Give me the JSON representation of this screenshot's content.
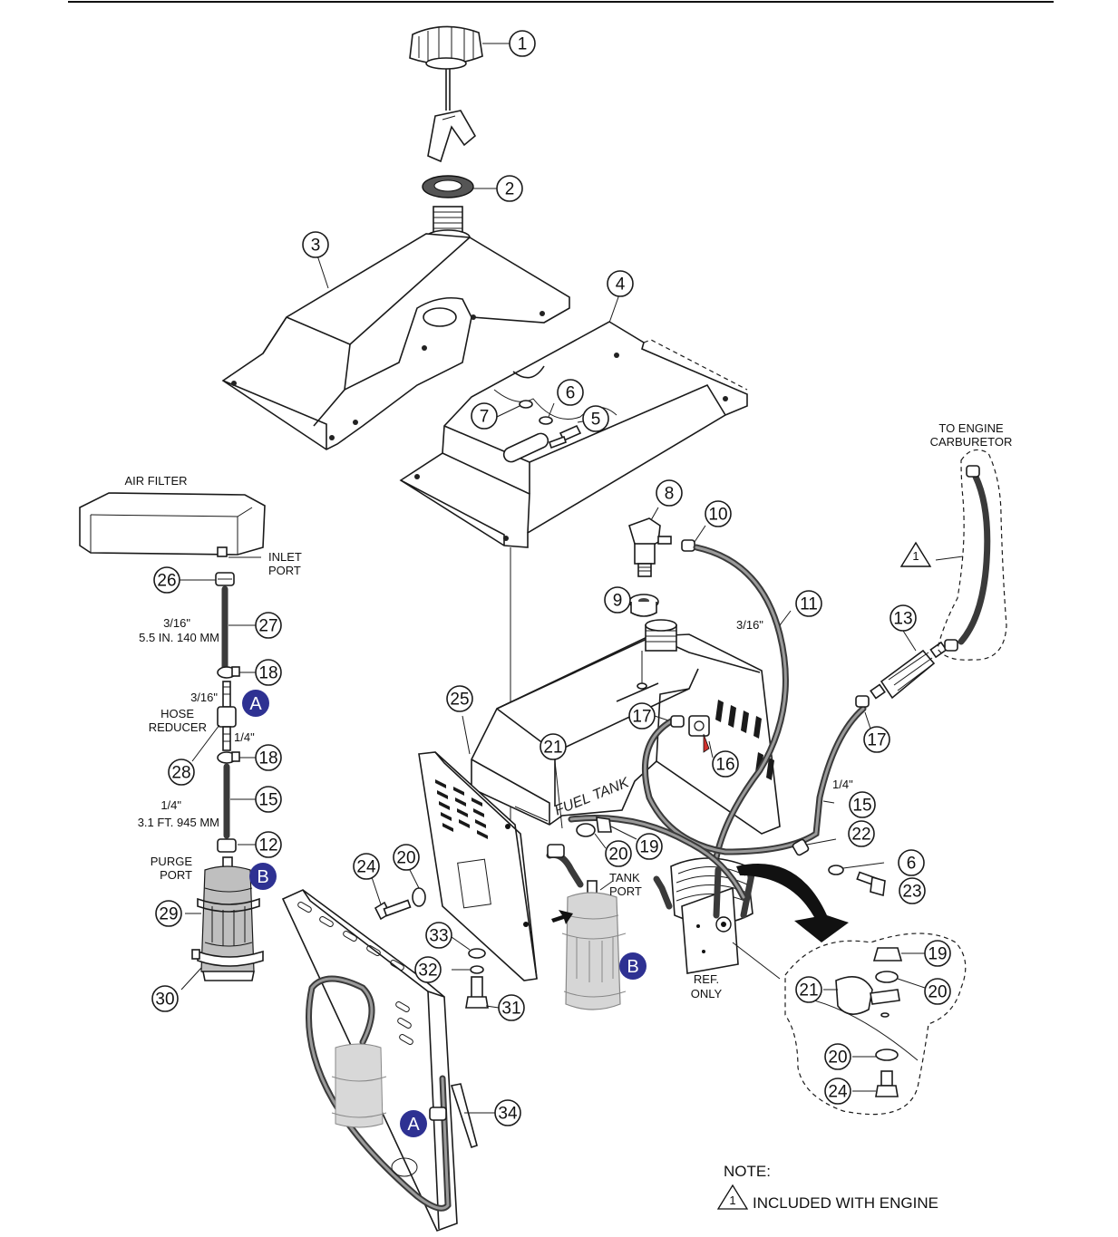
{
  "callouts": [
    {
      "id": "c1",
      "num": "1"
    },
    {
      "id": "c2",
      "num": "2"
    },
    {
      "id": "c3",
      "num": "3"
    },
    {
      "id": "c4",
      "num": "4"
    },
    {
      "id": "c5",
      "num": "5"
    },
    {
      "id": "c6a",
      "num": "6"
    },
    {
      "id": "c7",
      "num": "7"
    },
    {
      "id": "c8",
      "num": "8"
    },
    {
      "id": "c9",
      "num": "9"
    },
    {
      "id": "c10",
      "num": "10"
    },
    {
      "id": "c11",
      "num": "11"
    },
    {
      "id": "c12",
      "num": "12"
    },
    {
      "id": "c13",
      "num": "13"
    },
    {
      "id": "c15a",
      "num": "15"
    },
    {
      "id": "c15b",
      "num": "15"
    },
    {
      "id": "c16",
      "num": "16"
    },
    {
      "id": "c17a",
      "num": "17"
    },
    {
      "id": "c17b",
      "num": "17"
    },
    {
      "id": "c18a",
      "num": "18"
    },
    {
      "id": "c18b",
      "num": "18"
    },
    {
      "id": "c19a",
      "num": "19"
    },
    {
      "id": "c19b",
      "num": "19"
    },
    {
      "id": "c20a",
      "num": "20"
    },
    {
      "id": "c20b",
      "num": "20"
    },
    {
      "id": "c20c",
      "num": "20"
    },
    {
      "id": "c20d",
      "num": "20"
    },
    {
      "id": "c21a",
      "num": "21"
    },
    {
      "id": "c21b",
      "num": "21"
    },
    {
      "id": "c22",
      "num": "22"
    },
    {
      "id": "c23",
      "num": "23"
    },
    {
      "id": "c24a",
      "num": "24"
    },
    {
      "id": "c24b",
      "num": "24"
    },
    {
      "id": "c25",
      "num": "25"
    },
    {
      "id": "c26",
      "num": "26"
    },
    {
      "id": "c27",
      "num": "27"
    },
    {
      "id": "c28",
      "num": "28"
    },
    {
      "id": "c29",
      "num": "29"
    },
    {
      "id": "c30",
      "num": "30"
    },
    {
      "id": "c31",
      "num": "31"
    },
    {
      "id": "c32",
      "num": "32"
    },
    {
      "id": "c33",
      "num": "33"
    },
    {
      "id": "c34",
      "num": "34"
    },
    {
      "id": "c6b",
      "num": "6"
    }
  ],
  "markers": {
    "a": "A",
    "b": "B"
  },
  "labels": {
    "air_filter": "AIR FILTER",
    "inlet": "INLET",
    "port": "PORT",
    "hose_27_size": "3/16\"",
    "hose_27_len": "5.5 IN. 140 MM",
    "size_3_16": "3/16\"",
    "hose": "HOSE",
    "reducer": "REDUCER",
    "size_1_4": "1/4\"",
    "hose_15_size": "1/4\"",
    "hose_15_len": "3.1 FT. 945 MM",
    "purge": "PURGE",
    "to_engine": "TO ENGINE",
    "carburetor": "CARBURETOR",
    "hose_11_size": "3/16\"",
    "hose_15b_size": "1/4\"",
    "tank": "TANK",
    "ref": "REF.",
    "only": "ONLY",
    "fuel_tank": "FUEL TANK",
    "triangle_num": "1"
  },
  "note": {
    "title": "NOTE:",
    "text": "INCLUDED WITH ENGINE",
    "triangle_num": "1"
  }
}
